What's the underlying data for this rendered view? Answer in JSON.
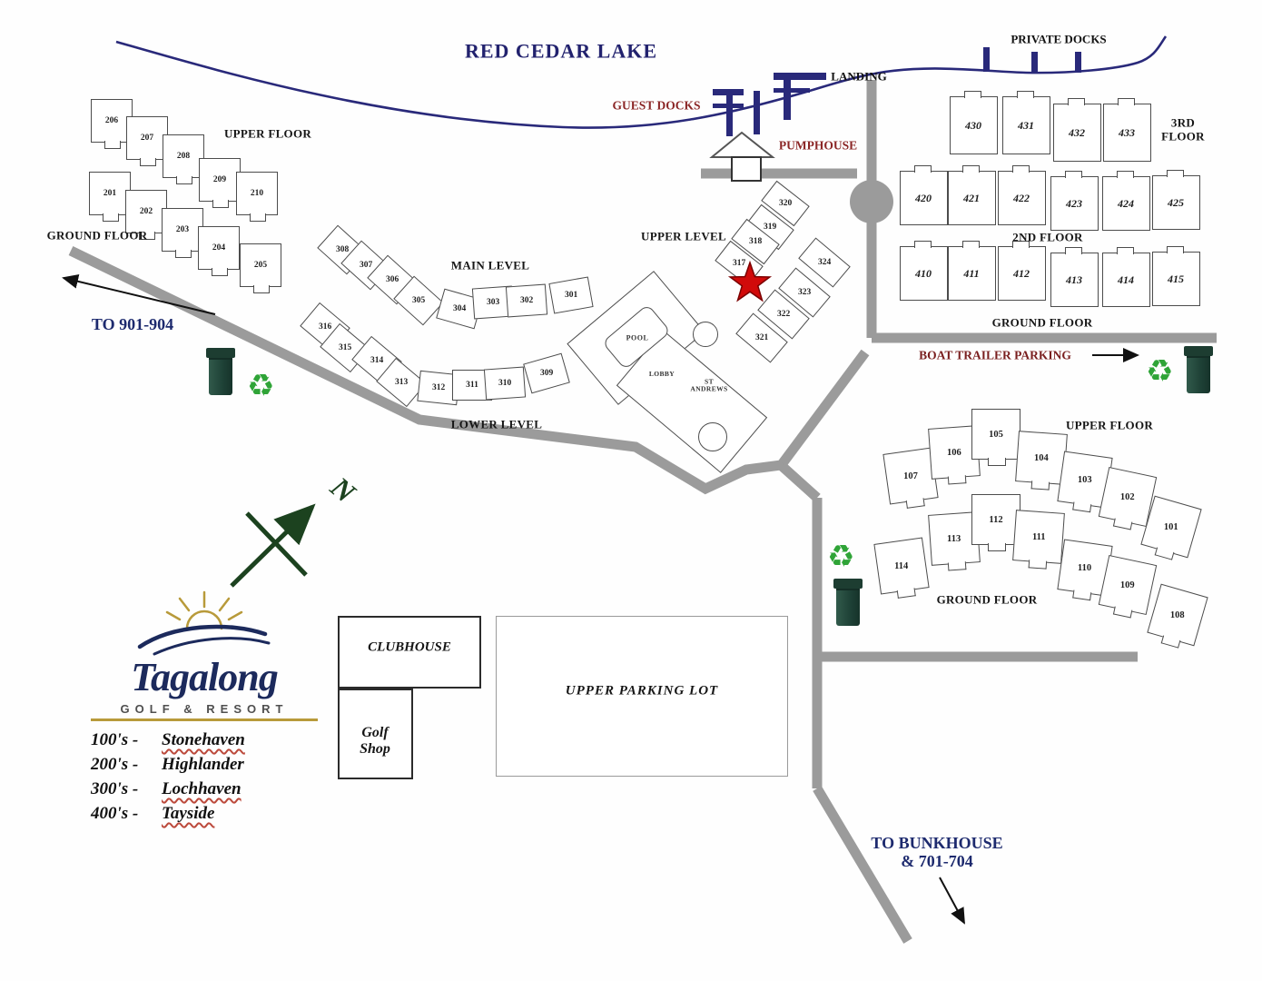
{
  "map_title": "RED CEDAR LAKE",
  "colors": {
    "navy": "#22226e",
    "dark_red": "#8b2626",
    "road_gray": "#9b9b9b",
    "recycle_green": "#2fa437",
    "bin_green": "#1e4136",
    "star_red": "#d10a0a",
    "gold": "#b89a3a",
    "compass_green": "#1c421f"
  },
  "shore": {
    "landing": "LANDING",
    "private_docks": "PRIVATE DOCKS",
    "guest_docks": "GUEST DOCKS",
    "pumphouse": "PUMPHOUSE"
  },
  "roads": {
    "boat_trailer_parking": "BOAT TRAILER PARKING",
    "to_901_904": "TO 901-904",
    "to_bunkhouse_line1": "TO BUNKHOUSE",
    "to_bunkhouse_line2": "& 701-704"
  },
  "facilities": {
    "clubhouse": "CLUBHOUSE",
    "golf_shop_line1": "Golf",
    "golf_shop_line2": "Shop",
    "upper_parking_lot": "UPPER PARKING LOT",
    "pool": "POOL",
    "lobby": "LOBBY",
    "st_andrews_line1": "ST",
    "st_andrews_line2": "ANDREWS"
  },
  "compass": {
    "north": "N"
  },
  "clusters": {
    "highlander": {
      "upper_label": "UPPER FLOOR",
      "ground_label": "GROUND FLOOR",
      "upper_units": [
        "206",
        "207",
        "208",
        "209",
        "210"
      ],
      "ground_units": [
        "201",
        "202",
        "203",
        "204",
        "205"
      ]
    },
    "lochhaven": {
      "main_label": "MAIN LEVEL",
      "lower_label": "LOWER LEVEL",
      "upper_label": "UPPER LEVEL",
      "main_units": [
        "308",
        "307",
        "306",
        "305",
        "304",
        "303",
        "302",
        "301"
      ],
      "lower_units": [
        "316",
        "315",
        "314",
        "313",
        "312",
        "311",
        "310",
        "309"
      ],
      "upper_units_a": [
        "320",
        "319",
        "318",
        "317"
      ],
      "upper_units_b": [
        "324",
        "323",
        "322",
        "321"
      ]
    },
    "tayside": {
      "third_label_line1": "3RD",
      "third_label_line2": "FLOOR",
      "second_label": "2ND FLOOR",
      "ground_label": "GROUND FLOOR",
      "third_units": [
        "430",
        "431",
        "432",
        "433"
      ],
      "second_units": [
        "420",
        "421",
        "422",
        "423",
        "424",
        "425"
      ],
      "ground_units": [
        "410",
        "411",
        "412",
        "413",
        "414",
        "415"
      ]
    },
    "stonehaven": {
      "upper_label": "UPPER FLOOR",
      "ground_label": "GROUND FLOOR",
      "upper_units": [
        "107",
        "106",
        "105",
        "104",
        "103",
        "102",
        "101"
      ],
      "ground_units": [
        "114",
        "113",
        "112",
        "111",
        "110",
        "109",
        "108"
      ]
    }
  },
  "legend": {
    "brand": "Tagalong",
    "brand_sub": "GOLF & RESORT",
    "entries": [
      {
        "code": "100's -",
        "name": "Stonehaven",
        "wavy": true
      },
      {
        "code": "200's -",
        "name": "Highlander",
        "wavy": false
      },
      {
        "code": "300's -",
        "name": "Lochhaven",
        "wavy": true
      },
      {
        "code": "400's -",
        "name": "Tayside",
        "wavy": true
      }
    ]
  }
}
